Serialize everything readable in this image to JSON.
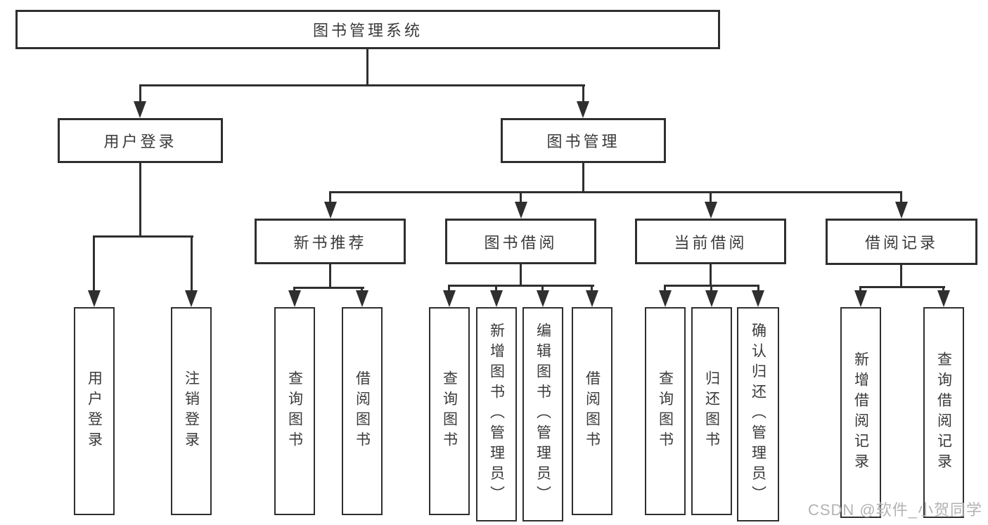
{
  "tree": {
    "label": "图书管理系统",
    "children": [
      {
        "label": "用户登录",
        "children": [
          {
            "label": "用户登录"
          },
          {
            "label": "注销登录"
          }
        ]
      },
      {
        "label": "图书管理",
        "children": [
          {
            "label": "新书推荐",
            "children": [
              {
                "label": "查询图书"
              },
              {
                "label": "借阅图书"
              }
            ]
          },
          {
            "label": "图书借阅",
            "children": [
              {
                "label": "查询图书"
              },
              {
                "label": "新增图书（管理员）"
              },
              {
                "label": "编辑图书（管理员）"
              },
              {
                "label": "借阅图书"
              }
            ]
          },
          {
            "label": "当前借阅",
            "children": [
              {
                "label": "查询图书"
              },
              {
                "label": "归还图书"
              },
              {
                "label": "确认归还（管理员）"
              }
            ]
          },
          {
            "label": "借阅记录",
            "children": [
              {
                "label": "新增借阅记录"
              },
              {
                "label": "查询借阅记录"
              }
            ]
          }
        ]
      }
    ]
  },
  "watermark": "CSDN @软件_小贺同学",
  "colors": {
    "line": "#2f2f2f",
    "text": "#3a3a3a",
    "background": "#ffffff",
    "watermark": "#b3b3b3"
  }
}
